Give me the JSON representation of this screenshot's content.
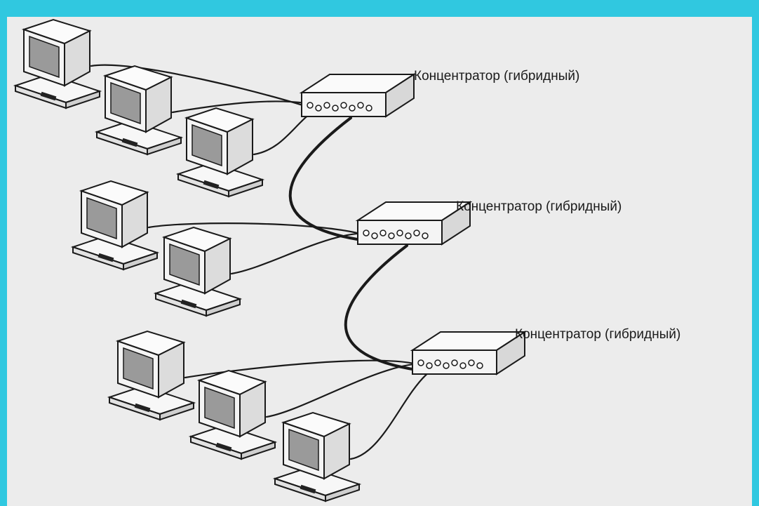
{
  "diagram": {
    "hubs": [
      {
        "id": "hub-1",
        "label": "Концентратор (гибридный)"
      },
      {
        "id": "hub-2",
        "label": "Концентратор (гибридный)"
      },
      {
        "id": "hub-3",
        "label": "Концентратор (гибридный)"
      }
    ],
    "computers_per_hub": [
      3,
      2,
      3
    ],
    "colors": {
      "frame": "#30c8e0",
      "paper": "#ececec",
      "line": "#1a1a1a",
      "device_fill": "#f4f4f4",
      "screen_fill": "#9a9a9a"
    }
  }
}
